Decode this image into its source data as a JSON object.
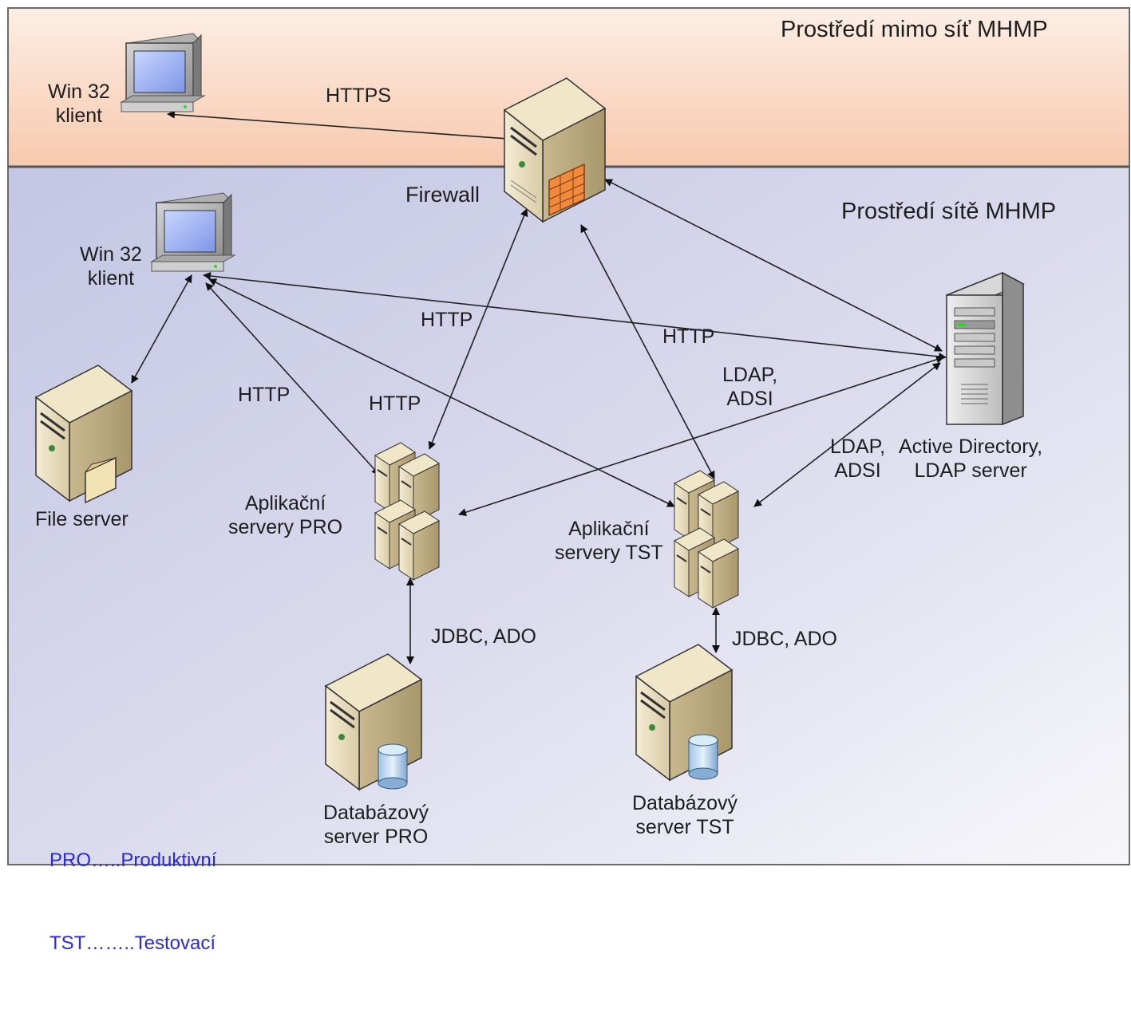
{
  "zones": {
    "outside": "Prostředí mimo síť MHMP",
    "inside": "Prostředí sítě MHMP"
  },
  "nodes": {
    "win32_external": "Win 32\nklient",
    "firewall": "Firewall",
    "win32_internal": "Win 32\nklient",
    "file_server": "File server",
    "app_pro": "Aplikační\nservery PRO",
    "app_tst": "Aplikační\nservery TST",
    "db_pro": "Databázový\nserver PRO",
    "db_tst": "Databázový\nserver TST",
    "ad": "Active Directory,\nLDAP server"
  },
  "edges": {
    "https": "HTTPS",
    "http_1": "HTTP",
    "http_2": "HTTP",
    "http_3": "HTTP",
    "http_4": "HTTP",
    "ldap_1": "LDAP,\nADSI",
    "ldap_2": "LDAP,\nADSI",
    "jdbc_pro": "JDBC, ADO",
    "jdbc_tst": "JDBC, ADO"
  },
  "legend": {
    "line1": "PRO…..Produktivní",
    "line2": "TST……..Testovací"
  },
  "colors": {
    "outside_top": "#fde8dc",
    "outside_bottom": "#f6c7ac",
    "inside_top": "#c9cbe6",
    "inside_bottom": "#f4f4f8",
    "legend": "#2a2ad8",
    "server_body": "#e7dcc0",
    "firewall_bricks": "#f08a3c"
  }
}
